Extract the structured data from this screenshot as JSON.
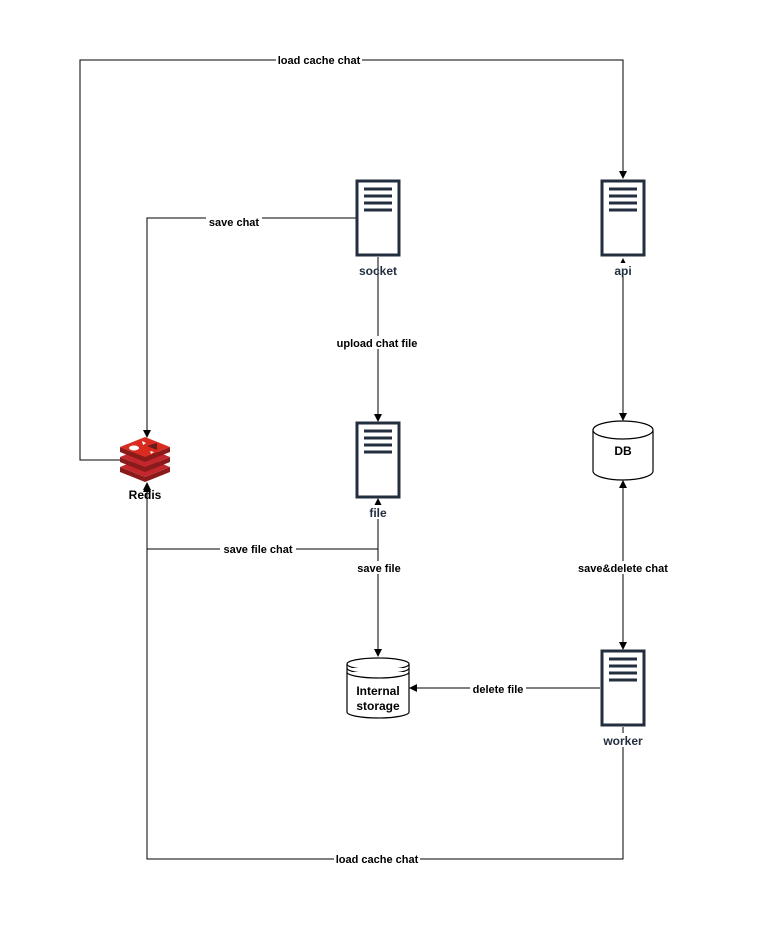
{
  "colors": {
    "server_stroke": "#232f3e",
    "server_label": "#232f3e",
    "redis_red": "#c1272d",
    "redis_dark": "#8b1a1a",
    "line": "#000000"
  },
  "nodes": {
    "socket": {
      "label": "socket",
      "icon": "server-icon"
    },
    "api": {
      "label": "api",
      "icon": "server-icon"
    },
    "file": {
      "label": "file",
      "icon": "server-icon"
    },
    "worker": {
      "label": "worker",
      "icon": "server-icon"
    },
    "redis": {
      "label": "Redis",
      "icon": "redis-logo-icon"
    },
    "db": {
      "label": "DB",
      "icon": "database-cylinder-icon"
    },
    "storage": {
      "label_line1": "Internal",
      "label_line2": "storage",
      "icon": "storage-cylinder-icon"
    }
  },
  "edges": {
    "load_cache_top": "load cache chat",
    "save_chat": "save chat",
    "upload_chat_file": "upload chat file",
    "save_file_chat": "save file chat",
    "save_file": "save file",
    "save_delete_chat": "save&delete chat",
    "delete_file": "delete file",
    "load_cache_bottom": "load cache chat"
  }
}
